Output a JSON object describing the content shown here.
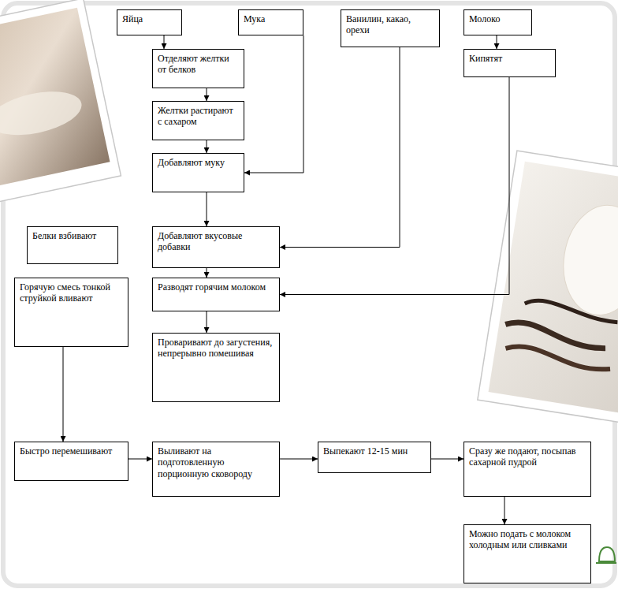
{
  "diagram": {
    "nodes": [
      {
        "text": [
          "Яйца"
        ]
      },
      {
        "text": [
          "Мука"
        ]
      },
      {
        "text": [
          "Ванилин, какао, орехи"
        ]
      },
      {
        "text": [
          "Молоко"
        ]
      },
      {
        "text": [
          "Отделяют желтки от белков"
        ]
      },
      {
        "text": [
          "Кипятят"
        ]
      },
      {
        "text": [
          "Желтки растирают с сахаром"
        ]
      },
      {
        "text": [
          "Добавляют муку"
        ]
      },
      {
        "text": [
          "Белки взбивают"
        ]
      },
      {
        "text": [
          "Добавляют вкусовые добавки"
        ]
      },
      {
        "text": [
          "Горячую смесь тонкой струйкой вливают"
        ]
      },
      {
        "text": [
          "Разводят горячим молоком"
        ]
      },
      {
        "text": [
          "Проваривают до загустения, непрерывно помешивая"
        ]
      },
      {
        "text": [
          "Быстро перемешивают"
        ]
      },
      {
        "text": [
          "Выливают на подготовленную порционную сковороду"
        ]
      },
      {
        "text": [
          "Выпекают 12-15 мин"
        ]
      },
      {
        "text": [
          "Сразу же подают, посыпав сахарной пудрой"
        ]
      },
      {
        "text": [
          "Можно подать с молоком холодным или сливками"
        ]
      }
    ],
    "edges": [
      {
        "from": 0,
        "to": 4,
        "arrow": "to"
      },
      {
        "from": 4,
        "to": 6,
        "arrow": "to"
      },
      {
        "from": 6,
        "to": 7,
        "arrow": "to"
      },
      {
        "from": 1,
        "to": 7,
        "arrow": "to"
      },
      {
        "from": 7,
        "to": 9,
        "arrow": "to"
      },
      {
        "from": 2,
        "to": 9,
        "arrow": "to"
      },
      {
        "from": 3,
        "to": 5,
        "arrow": "to"
      },
      {
        "from": 5,
        "to": 11,
        "arrow": "to"
      },
      {
        "from": 9,
        "to": 11,
        "arrow": "to"
      },
      {
        "from": 11,
        "to": 12,
        "arrow": "to"
      },
      {
        "from": 10,
        "to": 13,
        "arrow": "to"
      },
      {
        "from": 13,
        "to": 14,
        "arrow": "to"
      },
      {
        "from": 14,
        "to": 15,
        "arrow": "to"
      },
      {
        "from": 15,
        "to": 16,
        "arrow": "to"
      },
      {
        "from": 16,
        "to": 17,
        "arrow": "to"
      }
    ]
  }
}
